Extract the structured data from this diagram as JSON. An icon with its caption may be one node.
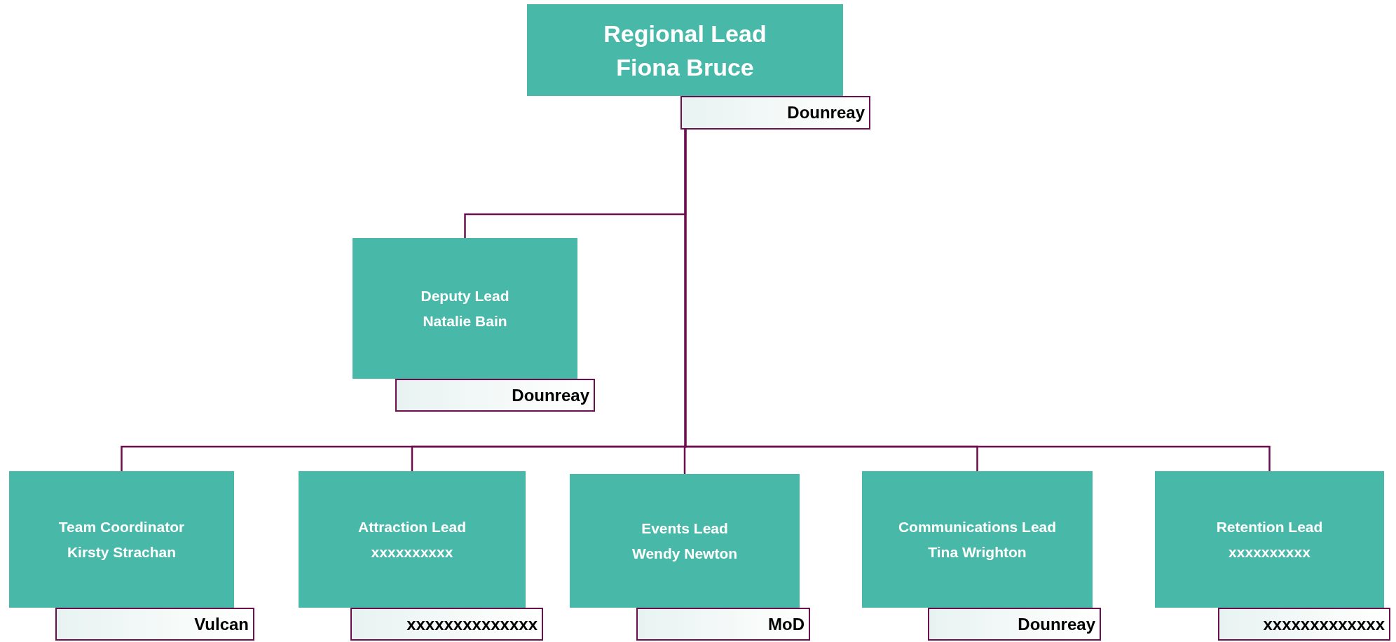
{
  "diagram": {
    "nodes": [
      {
        "text": [
          "Regional Lead",
          "Fiona Bruce"
        ]
      },
      {
        "text": [
          "Dounreay"
        ]
      },
      {
        "text": [
          "Deputy Lead",
          "Natalie Bain"
        ]
      },
      {
        "text": [
          "Dounreay"
        ]
      },
      {
        "text": [
          "Team Coordinator",
          "Kirsty Strachan"
        ]
      },
      {
        "text": [
          "Vulcan"
        ]
      },
      {
        "text": [
          "Attraction Lead",
          "xxxxxxxxxx"
        ]
      },
      {
        "text": [
          "xxxxxxxxxxxxxx"
        ]
      },
      {
        "text": [
          "Events Lead",
          "Wendy Newton"
        ]
      },
      {
        "text": [
          "MoD"
        ]
      },
      {
        "text": [
          "Communications Lead",
          "Tina Wrighton"
        ]
      },
      {
        "text": [
          "Dounreay"
        ]
      },
      {
        "text": [
          "Retention Lead",
          "xxxxxxxxxx"
        ]
      },
      {
        "text": [
          "xxxxxxxxxxxxx"
        ]
      }
    ],
    "edges": [
      {
        "from": 1,
        "to": 2,
        "arrow": "none"
      },
      {
        "from": 1,
        "to": 4,
        "arrow": "none"
      },
      {
        "from": 1,
        "to": 6,
        "arrow": "none"
      },
      {
        "from": 1,
        "to": 8,
        "arrow": "none"
      },
      {
        "from": 1,
        "to": 10,
        "arrow": "none"
      },
      {
        "from": 1,
        "to": 12,
        "arrow": "none"
      }
    ]
  }
}
